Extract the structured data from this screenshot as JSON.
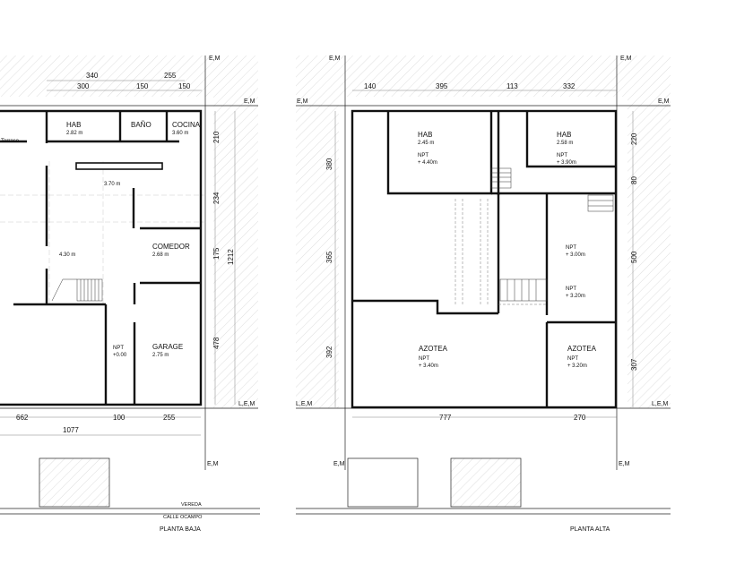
{
  "plans": {
    "planta_baja": {
      "title": "PLANTA BAJA",
      "street_labels": {
        "vereda": "VEREDA",
        "calle": "CALLE OCAMPO"
      },
      "axis_labels": {
        "top": "E,M",
        "right_upper": "E,M",
        "right_lower": "L,E,M",
        "bottom": "E,M"
      },
      "top_dims_outer": [
        "340",
        "255"
      ],
      "top_dims_inner": [
        "300",
        "150",
        "150"
      ],
      "bottom_dims_inner": [
        "662",
        "100",
        "255"
      ],
      "bottom_dim_total": "1077",
      "right_dims": [
        "210",
        "234",
        "175",
        "478"
      ],
      "right_total": "1212",
      "rooms": {
        "terraso": {
          "name": "Terraso"
        },
        "hab": {
          "name": "HAB",
          "height": "2.82 m"
        },
        "bano": {
          "name": "BAÑO"
        },
        "cocina": {
          "name": "COCINA",
          "height": "3.60 m"
        },
        "hall": {
          "height": "3.70 m"
        },
        "living": {
          "height": "4.30 m"
        },
        "comedor": {
          "name": "COMEDOR",
          "height": "2.68 m"
        },
        "npt": {
          "label": "NPT",
          "value": "+0.00"
        },
        "garage": {
          "name": "GARAGE",
          "height": "2.75 m"
        }
      }
    },
    "planta_alta": {
      "title": "PLANTA ALTA",
      "axis_labels": {
        "top": "E,M",
        "top_right": "E,M",
        "left_upper": "E,M",
        "right_upper": "E,M",
        "left_lower": "L,E,M",
        "right_lower": "L,E,M",
        "bottom_left": "E,M",
        "bottom_right": "E,M"
      },
      "top_dims": [
        "140",
        "395",
        "113",
        "332"
      ],
      "left_dims": [
        "380",
        "365",
        "392"
      ],
      "right_dims": [
        "220",
        "80",
        "500",
        "307"
      ],
      "bottom_dims": [
        "777",
        "270"
      ],
      "rooms": {
        "hab1": {
          "name": "HAB",
          "height": "2.45 m",
          "npt": "NPT",
          "npt_value": "+ 4.40m"
        },
        "hab2": {
          "name": "HAB",
          "height": "2.58 m",
          "npt": "NPT",
          "npt_value": "+ 3.90m"
        },
        "npt_a": {
          "npt": "NPT",
          "npt_value": "+ 3.00m"
        },
        "npt_b": {
          "npt": "NPT",
          "npt_value": "+ 3.20m"
        },
        "azotea1": {
          "name": "AZOTEA",
          "npt": "NPT",
          "npt_value": "+ 3.40m"
        },
        "azotea2": {
          "name": "AZOTEA",
          "npt": "NPT",
          "npt_value": "+ 3.20m"
        }
      }
    }
  }
}
